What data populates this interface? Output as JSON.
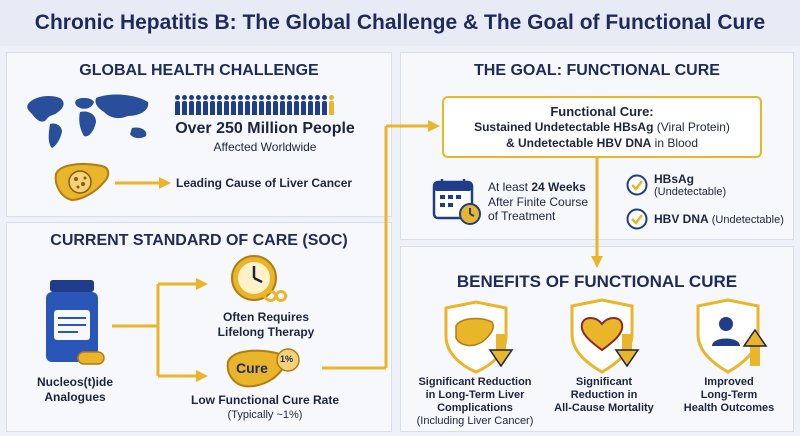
{
  "title": "Chronic Hepatitis B: The Global Challenge & The Goal of Functional Cure",
  "global": {
    "heading": "GLOBAL HEALTH CHALLENGE",
    "stat_big": "Over 250 Million People",
    "stat_small": "Affected Worldwide",
    "cancer": "Leading Cause of Liver Cancer"
  },
  "soc": {
    "heading": "CURRENT STANDARD OF CARE (SOC)",
    "drug_line1": "Nucleos(t)ide",
    "drug_line2": "Analogues",
    "lifelong_line1": "Often Requires",
    "lifelong_line2": "Lifelong Therapy",
    "cure_icon_text": "Cure",
    "cure_icon_pct": "1%",
    "rate_line1": "Low Functional Cure Rate",
    "rate_line2": "(Typically ~1%)"
  },
  "goal": {
    "heading": "THE GOAL: FUNCTIONAL CURE",
    "def_title": "Functional Cure:",
    "def_l2_bold": "Sustained Undetectable HBsAg",
    "def_l2_rest": " (Viral Protein)",
    "def_l3_bold": "& Undetectable HBV DNA",
    "def_l3_rest": " in Blood",
    "time_prefix": "At least ",
    "time_bold": "24 Weeks",
    "time_line2": "After Finite Course",
    "time_line3": "of Treatment",
    "check1_bold": "HBsAg",
    "check1_rest": "(Undetectable)",
    "check2_bold": "HBV DNA",
    "check2_rest": " (Undetectable)"
  },
  "benefits": {
    "heading": "BENEFITS OF FUNCTIONAL CURE",
    "b1_l1": "Significant Reduction",
    "b1_l2": "in Long-Term Liver",
    "b1_l3": "Complications",
    "b1_l4": "(Including Liver Cancer)",
    "b2_l1": "Significant",
    "b2_l2": "Reduction in",
    "b2_l3": "All-Cause Mortality",
    "b3_l1": "Improved",
    "b3_l2": "Long-Term",
    "b3_l3": "Health Outcomes"
  },
  "colors": {
    "navy": "#1f2a5a",
    "blue": "#1f3d8a",
    "gold": "#e9b52a",
    "orange": "#d9a02a"
  }
}
